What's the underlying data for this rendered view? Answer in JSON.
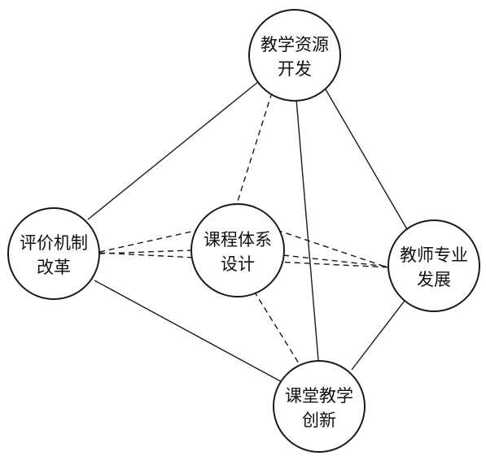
{
  "nodes": {
    "resources": {
      "line1": "教学资源",
      "line2": "开发"
    },
    "evaluation": {
      "line1": "评价机制",
      "line2": "改革"
    },
    "curriculum": {
      "line1": "课程体系",
      "line2": "设计"
    },
    "teacher": {
      "line1": "教师专业",
      "line2": "发展"
    },
    "classroom": {
      "line1": "课堂教学",
      "line2": "创新"
    }
  }
}
